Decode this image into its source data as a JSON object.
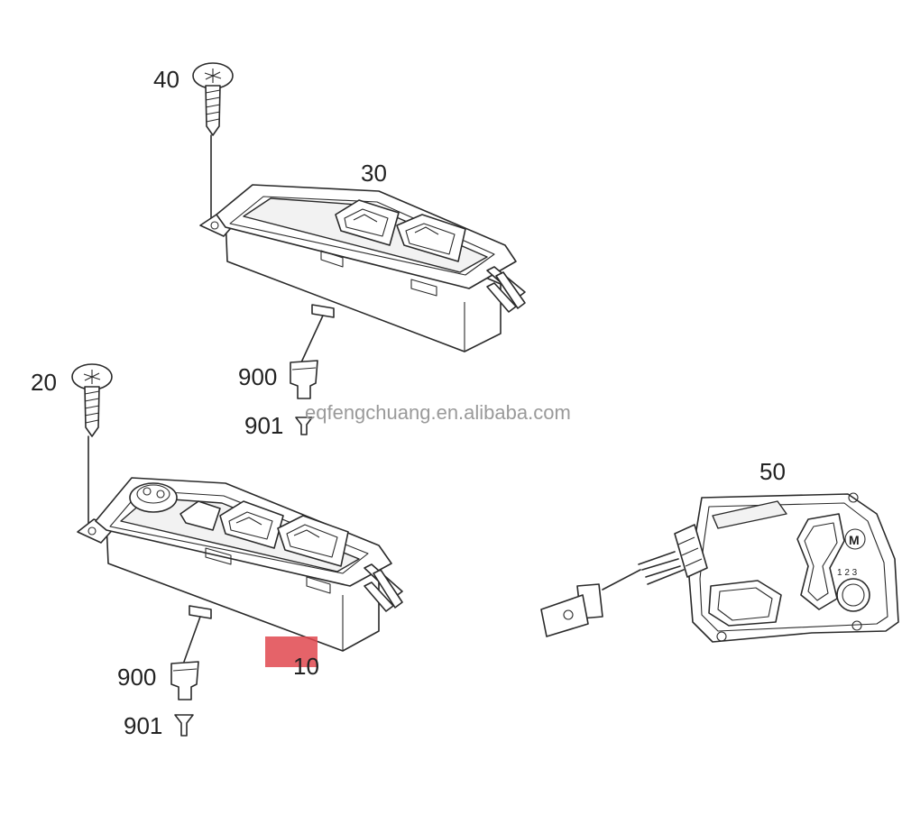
{
  "labels": {
    "p40": "40",
    "p30": "30",
    "p900a": "900",
    "p901a": "901",
    "p20": "20",
    "p50": "50",
    "p10": "10",
    "p900b": "900",
    "p901b": "901",
    "m": "M",
    "knob_marks": "1  2  3"
  },
  "watermark": "eqfengchuang.en.alibaba.com",
  "colors": {
    "highlight": "#e0484f",
    "line": "#2a2a2a",
    "watermark": "#9a9a9a"
  }
}
